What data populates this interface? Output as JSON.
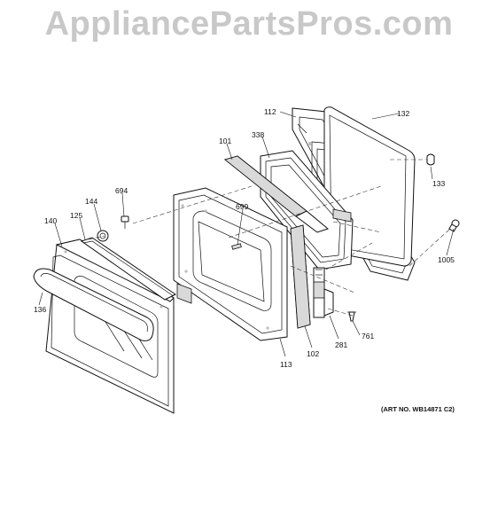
{
  "watermark": "AppliancePartsPros.com",
  "art_number": "(ART NO. WB14871 C2)",
  "callouts": {
    "c112": "112",
    "c132": "132",
    "c338": "338",
    "c101": "101",
    "c133": "133",
    "c694": "694",
    "c144": "144",
    "c125": "125",
    "c140": "140",
    "c699": "699",
    "c1005": "1005",
    "c136": "136",
    "c761": "761",
    "c281": "281",
    "c102": "102",
    "c113": "113"
  }
}
